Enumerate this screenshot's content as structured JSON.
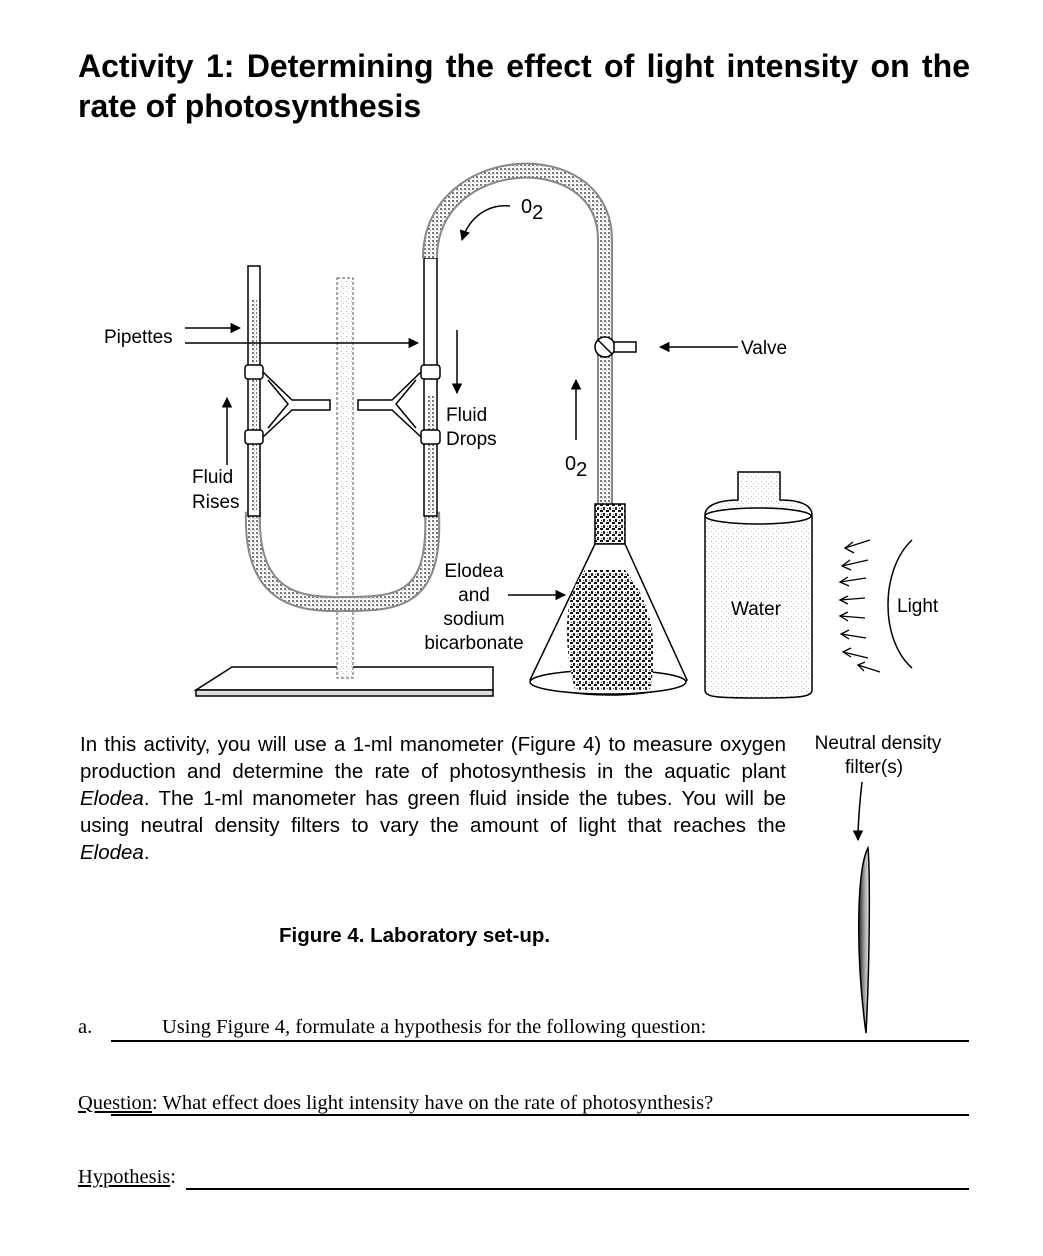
{
  "heading": "Activity 1: Determining the effect of light intensity on the rate of photosynthesis",
  "figure": {
    "labels": {
      "o2_top": "0",
      "o2_sub": "2",
      "pipettes": "Pipettes",
      "valve": "Valve",
      "fluid_drops_1": "Fluid",
      "fluid_drops_2": "Drops",
      "o2_mid": "0",
      "fluid_rises_1": "Fluid",
      "fluid_rises_2": "Rises",
      "elodea_1": "Elodea",
      "elodea_2": "and",
      "elodea_3": "sodium",
      "elodea_4": "bicarbonate",
      "water": "Water",
      "light": "Light",
      "filter_1": "Neutral density",
      "filter_2": "filter(s)"
    },
    "caption": "Figure 4.  Laboratory set-up."
  },
  "intro": {
    "part1": "In this activity, you will use a 1-ml manometer (Figure 4) to measure oxygen production and determine the rate of photosynthesis in the aquatic plant ",
    "elodea_italic": "Elodea",
    "part2": ".   The 1-ml manometer has green fluid inside the tubes. You will be using neutral density filters to vary the amount of light that reaches the ",
    "elodea_italic_2": "Elodea",
    "part3": "."
  },
  "item_a": {
    "marker": "a.",
    "text": "Using Figure 4, formulate a hypothesis for the following question:"
  },
  "question": {
    "label": "Question",
    "text": ":  What effect does light intensity have on the rate of photosynthesis?"
  },
  "hypothesis": {
    "label": "Hypothesis",
    "suffix": ":"
  }
}
